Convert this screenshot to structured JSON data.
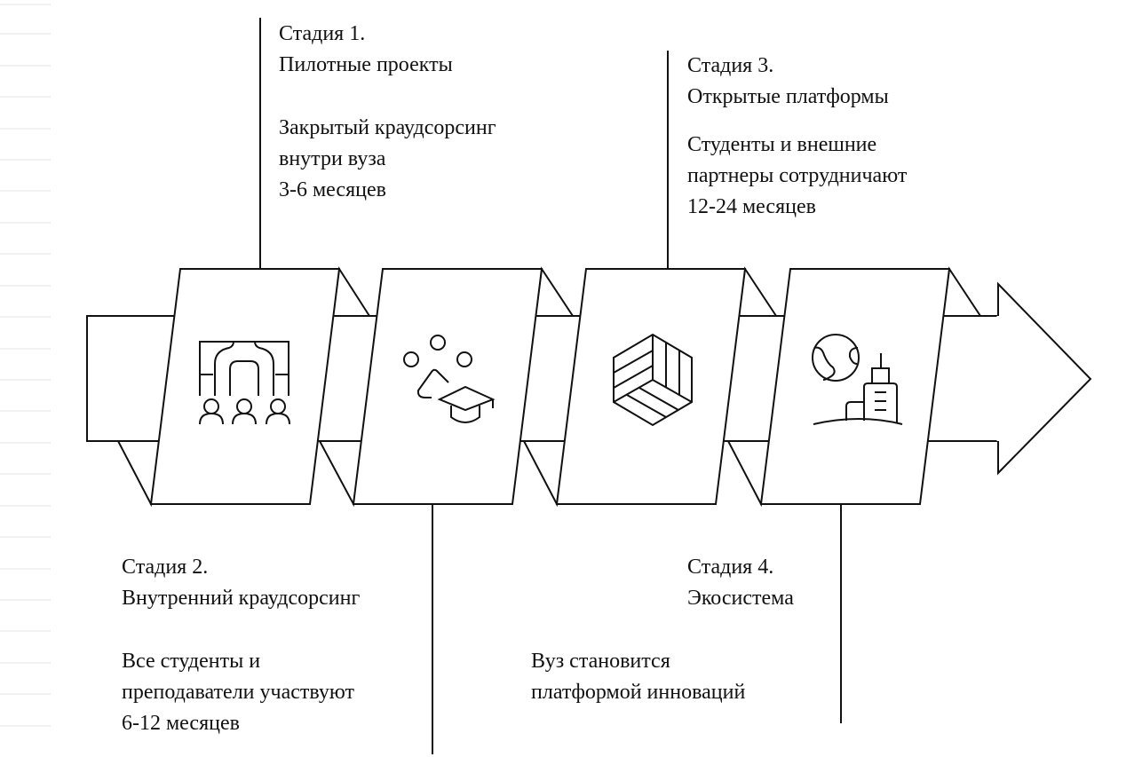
{
  "stages": [
    {
      "title": "Стадия 1.",
      "name": "Пилотные проекты",
      "desc": [
        "Закрытый краудсорсинг",
        "внутри вуза",
        "3-6 месяцев"
      ],
      "icon": "audience-presentation-icon"
    },
    {
      "title": "Стадия 2.",
      "name": "Внутренний краудсорсинг",
      "desc": [
        "Все студенты и",
        "преподаватели участвуют",
        "6-12 месяцев"
      ],
      "icon": "network-graduation-cap-icon"
    },
    {
      "title": "Стадия 3.",
      "name": "Открытые платформы",
      "desc": [
        "Студенты и внешние",
        "партнеры сотрудничают",
        "12-24 месяцев"
      ],
      "icon": "hexagon-cube-icon"
    },
    {
      "title": "Стадия 4.",
      "name": "Экосистема",
      "desc": [
        "Вуз становится",
        "платформой инноваций"
      ],
      "icon": "globe-city-icon"
    }
  ],
  "colors": {
    "stroke": "#111111",
    "background": "#ffffff"
  }
}
